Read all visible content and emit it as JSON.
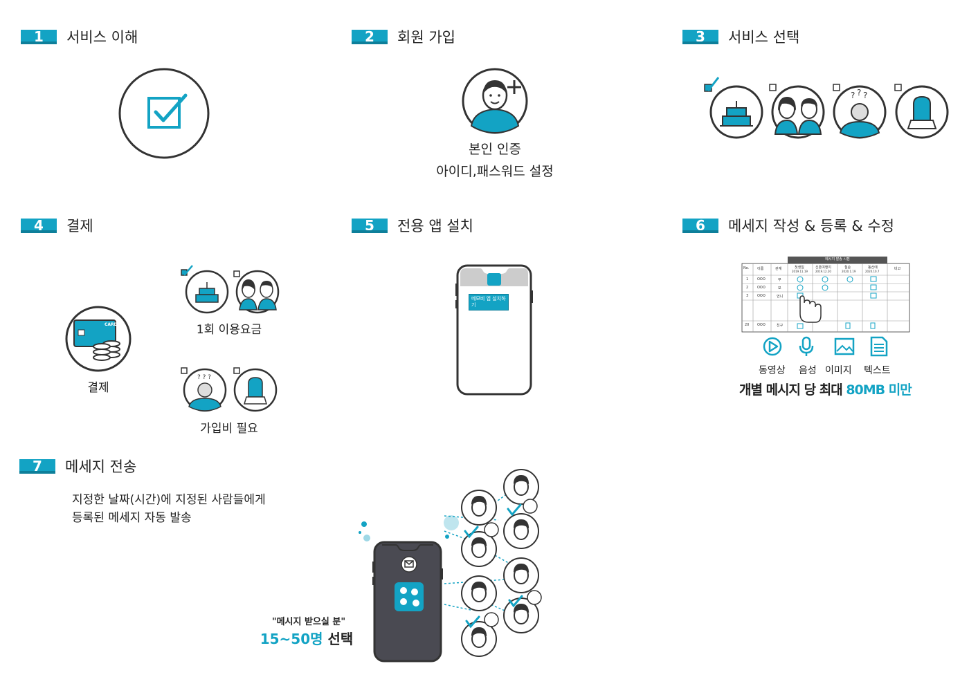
{
  "steps": [
    {
      "num": "1",
      "title": "서비스 이해"
    },
    {
      "num": "2",
      "title": "회원 가입"
    },
    {
      "num": "3",
      "title": "서비스 선택"
    },
    {
      "num": "4",
      "title": "결제"
    },
    {
      "num": "5",
      "title": "전용 앱 설치"
    },
    {
      "num": "6",
      "title": "메세지 작성 & 등록 & 수정"
    },
    {
      "num": "7",
      "title": "메세지 전송"
    }
  ],
  "step2": {
    "line1": "본인 인증",
    "line2": "아이디,패스워드 설정"
  },
  "step4": {
    "payment_label": "결제",
    "once_label": "1회 이용요금",
    "signup_label": "가입비 필요",
    "card_text": "CARD"
  },
  "step5": {
    "bubble_text": "메모비 앱 설치하기"
  },
  "step6": {
    "table_title": "메시지 발송 시점",
    "col_headers": [
      "No.",
      "이름",
      "관계",
      "첫생일",
      "신혼여행지",
      "칠순",
      "동산에",
      "비고"
    ],
    "dates": [
      "2019.11.19",
      "2019.12.20",
      "2020.1.19",
      "2020.10.7"
    ],
    "rows": [
      {
        "no": "1",
        "name": "OOO",
        "rel": "부"
      },
      {
        "no": "2",
        "name": "OOO",
        "rel": "모"
      },
      {
        "no": "3",
        "name": "OOO",
        "rel": "언니"
      },
      {
        "no": "20",
        "name": "OOO",
        "rel": "친구"
      }
    ],
    "media": [
      "동영상",
      "음성",
      "이미지",
      "텍스트"
    ],
    "limit_text": "개별 메시지 당 최대",
    "limit_accent": "80MB 미만"
  },
  "step7": {
    "desc_line1": "지정한 날짜(시간)에 지정된 사람들에게",
    "desc_line2": "등록된 메세지 자동 발송",
    "recipients_quote": "\"메시지 받으실 분\"",
    "recipients_count": "15~50명",
    "recipients_select": "선택"
  },
  "colors": {
    "accent": "#13a3c4",
    "accent_dark": "#0e7f9a",
    "outline": "#333333"
  }
}
